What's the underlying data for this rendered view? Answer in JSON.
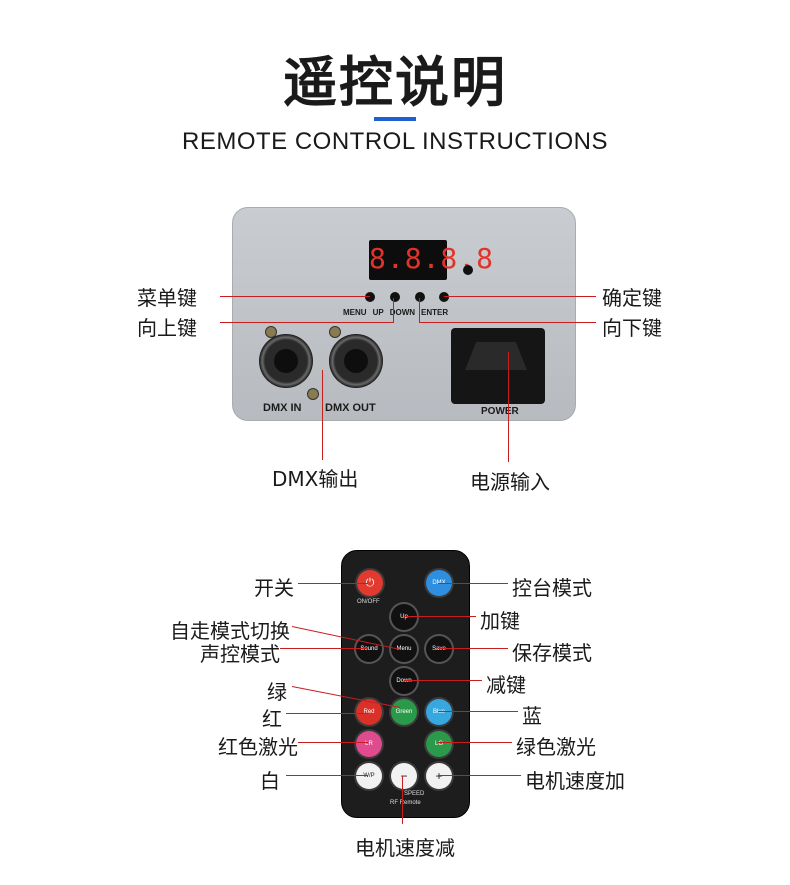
{
  "header": {
    "title": "遥控说明",
    "subtitle": "REMOTE CONTROL INSTRUCTIONS"
  },
  "device": {
    "display": "8.8.8.8",
    "panel_buttons": [
      "MENU",
      "UP",
      "DOWN",
      "ENTER"
    ],
    "dmx_in": "DMX IN",
    "dmx_out": "DMX OUT",
    "power": "POWER",
    "callouts": {
      "menu": "菜单键",
      "up": "向上键",
      "enter": "确定键",
      "down": "向下键",
      "dmx_out": "DMX输出",
      "power_in": "电源输入"
    }
  },
  "remote": {
    "buttons": {
      "power_sub": "ON/OFF",
      "dmx": "DMX",
      "up": "Up",
      "sound": "Sound",
      "menu": "Menu",
      "save": "Save",
      "down": "Down",
      "red": "Red",
      "green": "Green",
      "blue": "Blue",
      "red_laser": "LR",
      "green_laser": "LG",
      "white": "W/P",
      "minus": "−",
      "plus": "+",
      "speed": "SPEED",
      "brand": "RF Remote"
    },
    "callouts": {
      "power": "开关",
      "console_mode": "控台模式",
      "plus": "加键",
      "auto_switch": "自走模式切换",
      "sound_mode": "声控模式",
      "save_mode": "保存模式",
      "minus": "减键",
      "green": "绿",
      "red": "红",
      "blue": "蓝",
      "red_laser": "红色激光",
      "green_laser": "绿色激光",
      "white": "白",
      "speed_up": "电机速度加",
      "speed_down": "电机速度减"
    }
  },
  "colors": {
    "accent": "#1f5fd6",
    "callout_line": "#c81e1e",
    "led": "#e0342a",
    "remote_power": "#e23a2e",
    "remote_dmx": "#2e8fe0",
    "remote_red": "#d9302a",
    "remote_green": "#2a9a4a",
    "remote_blue": "#37a7e0",
    "remote_pink": "#e04a8f",
    "remote_white": "#f2f2f2"
  }
}
